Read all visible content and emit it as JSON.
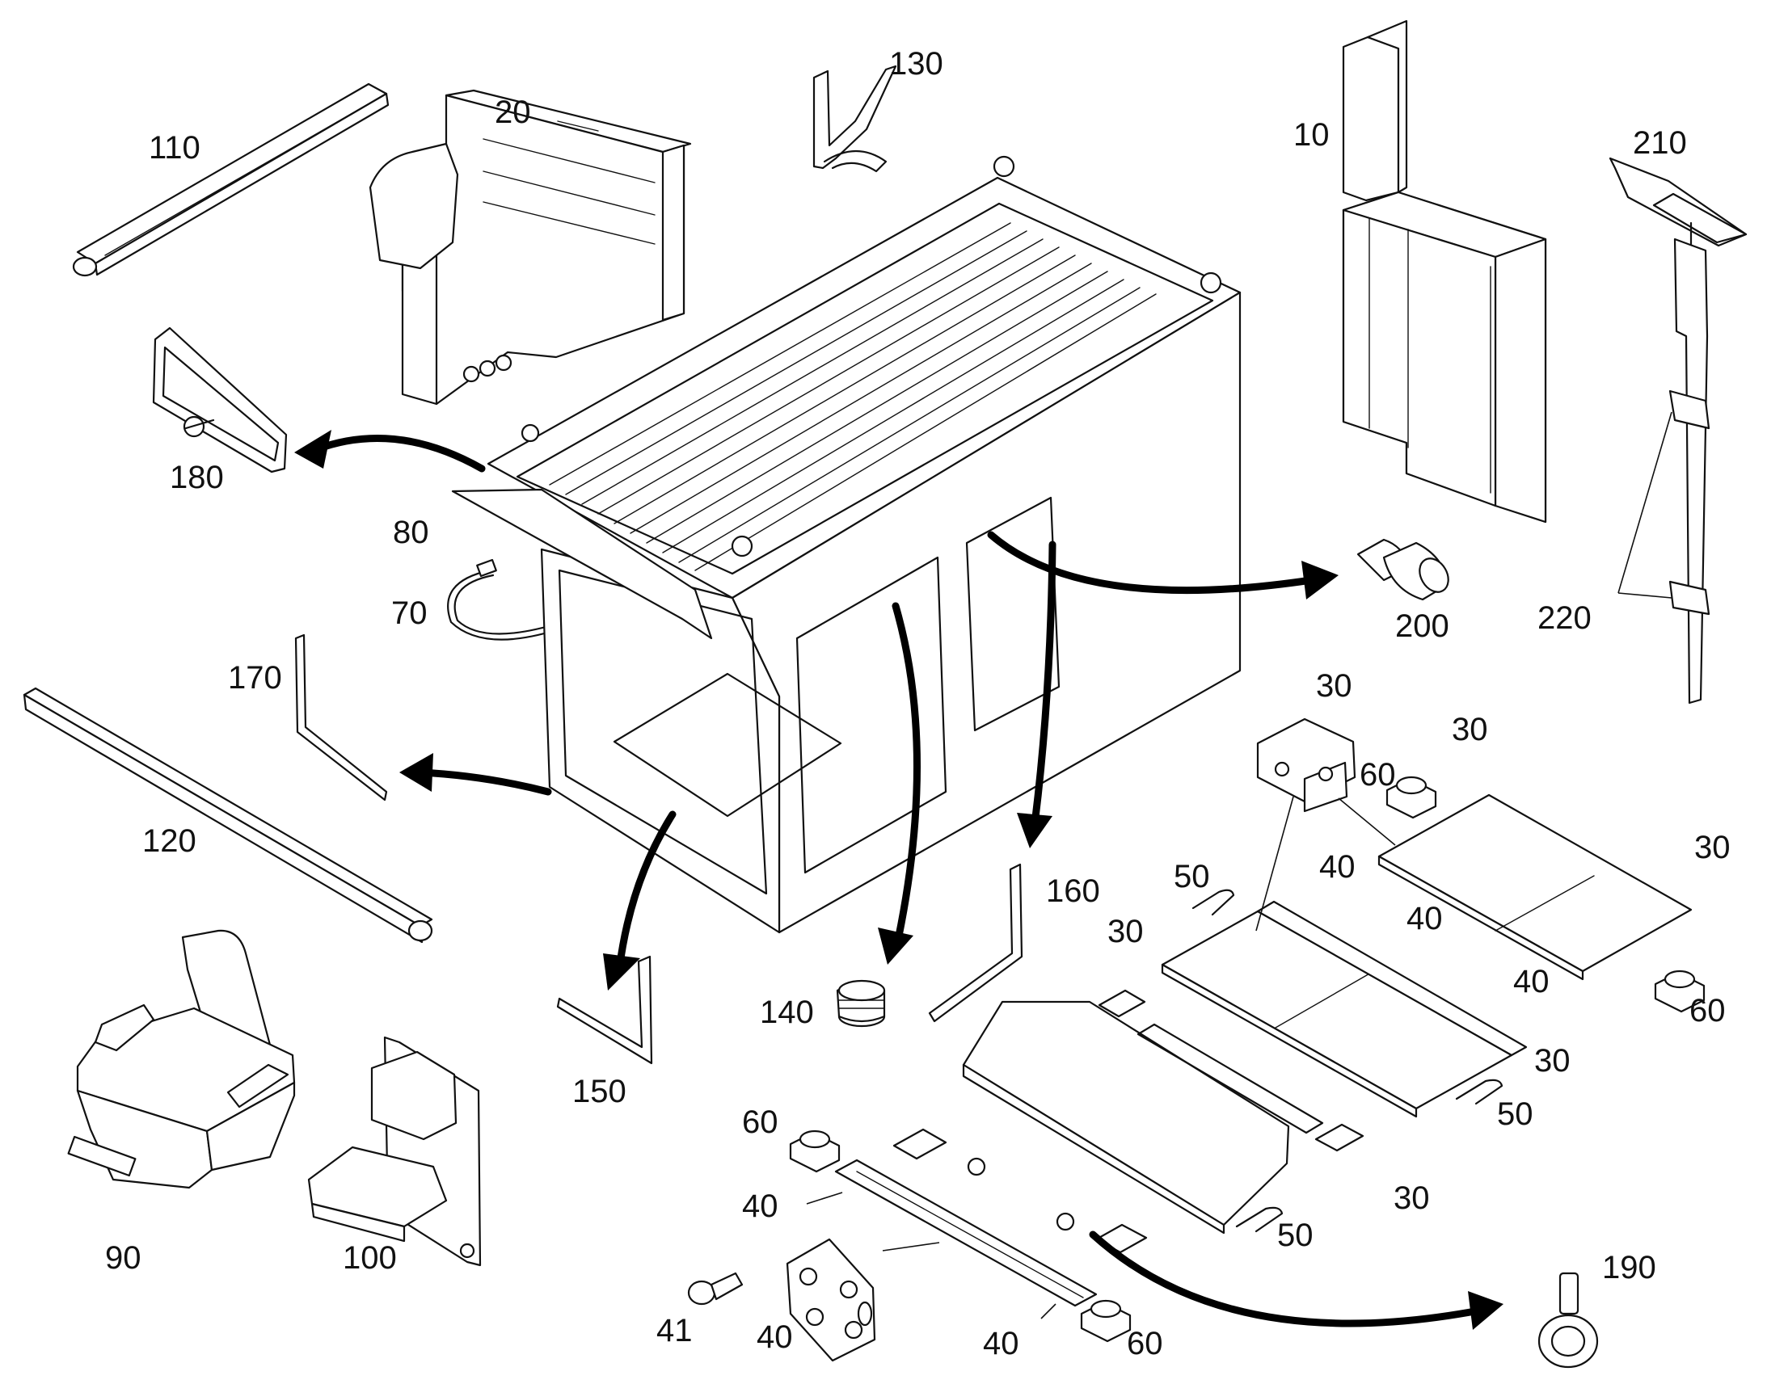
{
  "callouts": [
    {
      "id": "c10",
      "text": "10"
    },
    {
      "id": "c20",
      "text": "20"
    },
    {
      "id": "c30a",
      "text": "30"
    },
    {
      "id": "c30b",
      "text": "30"
    },
    {
      "id": "c30c",
      "text": "30"
    },
    {
      "id": "c30d",
      "text": "30"
    },
    {
      "id": "c30e",
      "text": "30"
    },
    {
      "id": "c30f",
      "text": "30"
    },
    {
      "id": "c40a",
      "text": "40"
    },
    {
      "id": "c40b",
      "text": "40"
    },
    {
      "id": "c40c",
      "text": "40"
    },
    {
      "id": "c40d",
      "text": "40"
    },
    {
      "id": "c40e",
      "text": "40"
    },
    {
      "id": "c40f",
      "text": "40"
    },
    {
      "id": "c41",
      "text": "41"
    },
    {
      "id": "c50a",
      "text": "50"
    },
    {
      "id": "c50b",
      "text": "50"
    },
    {
      "id": "c50c",
      "text": "50"
    },
    {
      "id": "c60a",
      "text": "60"
    },
    {
      "id": "c60b",
      "text": "60"
    },
    {
      "id": "c60c",
      "text": "60"
    },
    {
      "id": "c60d",
      "text": "60"
    },
    {
      "id": "c70",
      "text": "70"
    },
    {
      "id": "c80",
      "text": "80"
    },
    {
      "id": "c90",
      "text": "90"
    },
    {
      "id": "c100",
      "text": "100"
    },
    {
      "id": "c110",
      "text": "110"
    },
    {
      "id": "c120",
      "text": "120"
    },
    {
      "id": "c130",
      "text": "130"
    },
    {
      "id": "c140",
      "text": "140"
    },
    {
      "id": "c150",
      "text": "150"
    },
    {
      "id": "c160",
      "text": "160"
    },
    {
      "id": "c170",
      "text": "170"
    },
    {
      "id": "c180",
      "text": "180"
    },
    {
      "id": "c190",
      "text": "190"
    },
    {
      "id": "c200",
      "text": "200"
    },
    {
      "id": "c210",
      "text": "210"
    },
    {
      "id": "c220",
      "text": "220"
    }
  ],
  "colors": {
    "line": "#111111",
    "background": "#ffffff"
  }
}
